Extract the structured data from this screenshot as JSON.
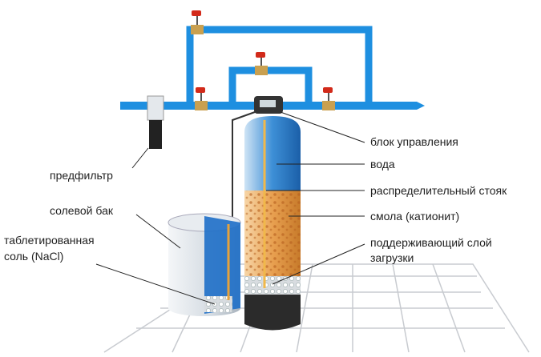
{
  "labels": {
    "control_unit": "блок управления",
    "water": "вода",
    "riser": "распределительный стояк",
    "resin": "смола (катионит)",
    "support_layer_1": "поддерживающий слой",
    "support_layer_2": "загрузки",
    "prefilter": "предфильтр",
    "brine_tank": "солевой бак",
    "salt_1": "таблетированная",
    "salt_2": "соль (NaCl)"
  },
  "colors": {
    "pipe": "#1e8fe0",
    "valve": "#d22a1a",
    "resin": "#e8a050",
    "tank_base": "#2b2b2b",
    "floor_line": "#c8cbd0"
  }
}
